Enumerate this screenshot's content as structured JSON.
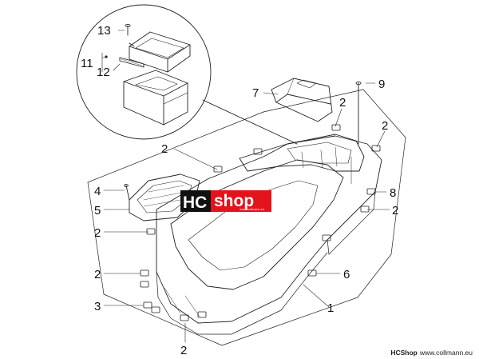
{
  "callouts": {
    "c13": "13",
    "c11": "11",
    "c12": "12",
    "c7": "7",
    "c9": "9",
    "c2_top_right": "2",
    "c2_right_upper": "2",
    "c2_left_upper": "2",
    "c4": "4",
    "c5": "5",
    "c8": "8",
    "c2_right_mid": "2",
    "c2_left_mid": "2",
    "c2_left_lower": "2",
    "c6": "6",
    "c3": "3",
    "c1": "1",
    "c2_bottom": "2"
  },
  "watermark": {
    "hc": "HC",
    "shop": "shop",
    "url": "www.collmann.eu"
  },
  "footer": {
    "brand": "HCShop",
    "site": "www.collmann.eu"
  },
  "colors": {
    "line": "#222222",
    "watermark_black": "#111111",
    "watermark_red": "#e3131b"
  }
}
